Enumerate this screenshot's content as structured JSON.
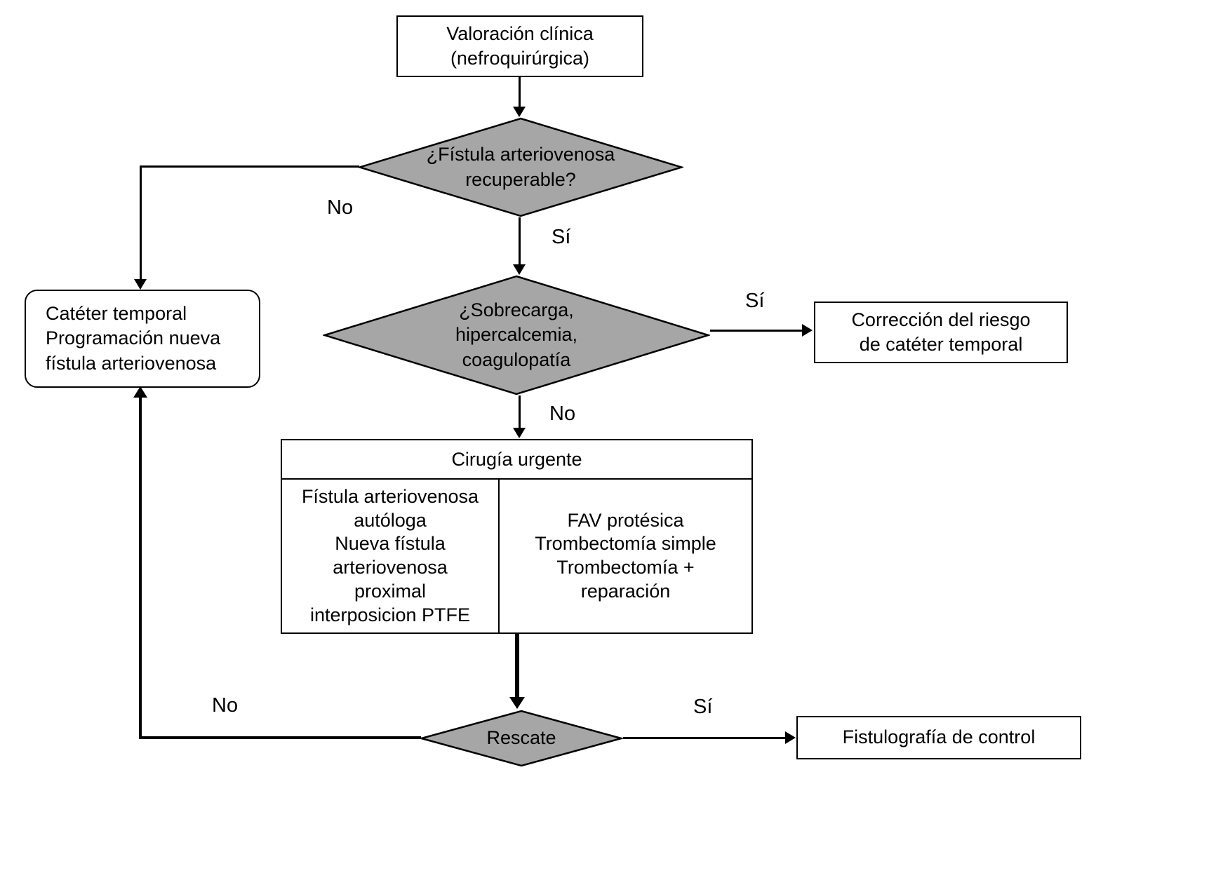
{
  "nodes": {
    "valoracion_clinica": "Valoración clínica\n(nefroquirúrgica)",
    "fistula_recuperable": "¿Fístula arteriovenosa\nrecuperable?",
    "cateter_temporal": "Catéter temporal\nProgramación nueva\nfístula arteriovenosa",
    "sobrecarga": "¿Sobrecarga,\nhipercalcemia,\ncoagulopatía",
    "correccion_riesgo": "Corrección del riesgo\nde catéter temporal",
    "cirugia_urgente": {
      "header": "Cirugía urgente",
      "col_left": "Fístula arteriovenosa\nautóloga\nNueva fístula\narteriovenosa\nproximal\ninterposicion PTFE",
      "col_right": "FAV protésica\nTrombectomía simple\nTrombectomía +\nreparación"
    },
    "rescate": "Rescate",
    "fistulografia": "Fistulografía de control"
  },
  "edge_labels": {
    "d1_no": "No",
    "d1_si": "Sí",
    "d2_si": "Sí",
    "d2_no": "No",
    "rescate_si": "Sí",
    "rescate_no": "No"
  },
  "colors": {
    "diamond_fill": "#a6a6a6",
    "line": "#000000",
    "background": "#ffffff"
  }
}
